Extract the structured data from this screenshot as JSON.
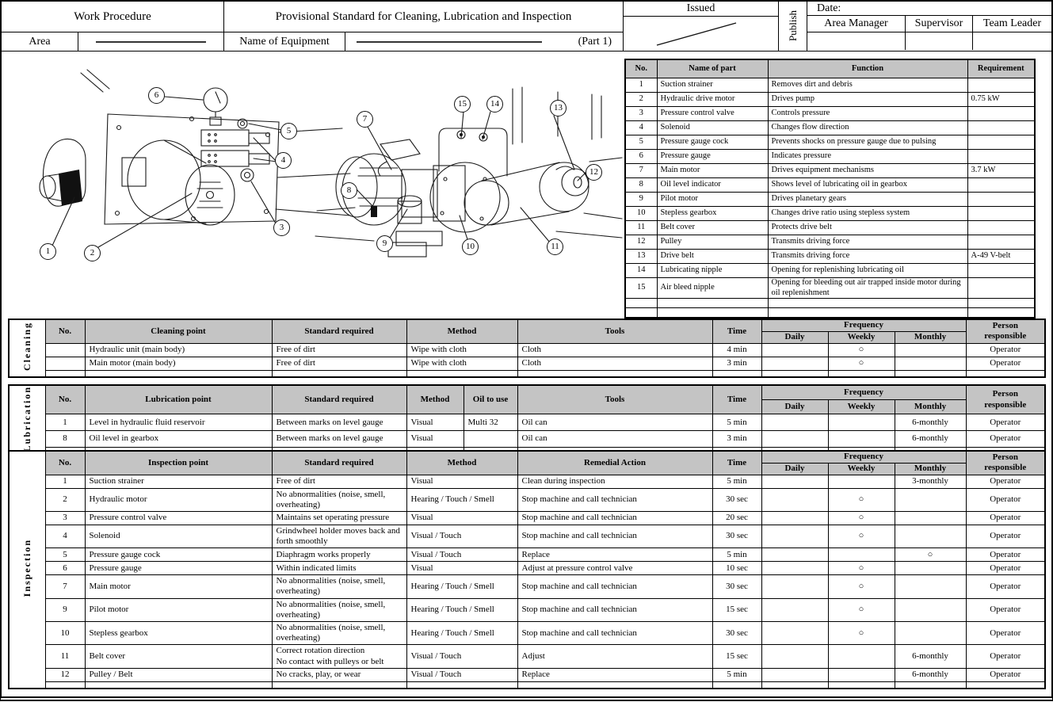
{
  "header": {
    "work_procedure": "Work Procedure",
    "area_label": "Area",
    "title": "Provisional Standard for Cleaning, Lubrication and Inspection",
    "equipment_label": "Name of Equipment",
    "part_label": "(Part 1)",
    "issued_label": "Issued",
    "publish_label": "Publish",
    "date_label": "Date:",
    "signoff_columns": [
      "Area Manager",
      "Supervisor",
      "Team Leader"
    ]
  },
  "figs": {
    "f1": [
      "1",
      "2",
      "3",
      "4",
      "5",
      "6"
    ],
    "f2": [
      "7",
      "8",
      "9",
      "10",
      "11",
      "12",
      "13",
      "14",
      "15"
    ]
  },
  "parts": {
    "h": {
      "no": "No.",
      "name": "Name of part",
      "func": "Function",
      "req": "Requirement"
    },
    "rows": [
      {
        "no": "1",
        "name": "Suction strainer",
        "func": "Removes dirt and debris",
        "req": ""
      },
      {
        "no": "2",
        "name": "Hydraulic drive motor",
        "func": "Drives pump",
        "req": "0.75 kW"
      },
      {
        "no": "3",
        "name": "Pressure control valve",
        "func": "Controls pressure",
        "req": ""
      },
      {
        "no": "4",
        "name": "Solenoid",
        "func": "Changes flow direction",
        "req": ""
      },
      {
        "no": "5",
        "name": "Pressure gauge cock",
        "func": "Prevents shocks on pressure gauge due to pulsing",
        "req": ""
      },
      {
        "no": "6",
        "name": "Pressure gauge",
        "func": "Indicates pressure",
        "req": ""
      },
      {
        "no": "7",
        "name": "Main motor",
        "func": "Drives equipment mechanisms",
        "req": "3.7 kW"
      },
      {
        "no": "8",
        "name": "Oil level indicator",
        "func": "Shows level of lubricating oil in gearbox",
        "req": ""
      },
      {
        "no": "9",
        "name": "Pilot motor",
        "func": "Drives planetary gears",
        "req": ""
      },
      {
        "no": "10",
        "name": "Stepless gearbox",
        "func": "Changes drive ratio using stepless system",
        "req": ""
      },
      {
        "no": "11",
        "name": "Belt cover",
        "func": "Protects drive belt",
        "req": ""
      },
      {
        "no": "12",
        "name": "Pulley",
        "func": "Transmits driving force",
        "req": ""
      },
      {
        "no": "13",
        "name": "Drive belt",
        "func": "Transmits driving force",
        "req": "A-49 V-belt"
      },
      {
        "no": "14",
        "name": "Lubricating nipple",
        "func": "Opening for replenishing lubricating oil",
        "req": ""
      },
      {
        "no": "15",
        "name": "Air bleed nipple",
        "func": "Opening for bleeding out air trapped inside motor during oil replenishment",
        "req": ""
      }
    ]
  },
  "cleaning": {
    "label": "Cleaning",
    "h": {
      "no": "No.",
      "point": "Cleaning point",
      "standard": "Standard required",
      "method": "Method",
      "tools": "Tools",
      "time": "Time",
      "frequency": "Frequency",
      "daily": "Daily",
      "weekly": "Weekly",
      "monthly": "Monthly",
      "person": "Person\nresponsible"
    },
    "rows": [
      {
        "no": "",
        "point": "Hydraulic unit (main body)",
        "standard": "Free of dirt",
        "method": "Wipe with cloth",
        "tools": "Cloth",
        "time": "4 min",
        "daily": "",
        "weekly": "○",
        "monthly": "",
        "person": "Operator"
      },
      {
        "no": "",
        "point": "Main motor (main body)",
        "standard": "Free of dirt",
        "method": "Wipe with cloth",
        "tools": "Cloth",
        "time": "3 min",
        "daily": "",
        "weekly": "○",
        "monthly": "",
        "person": "Operator"
      }
    ]
  },
  "lubrication": {
    "label": "Lubrication",
    "h": {
      "no": "No.",
      "point": "Lubrication point",
      "standard": "Standard required",
      "method": "Method",
      "oil": "Oil to use",
      "tools": "Tools",
      "time": "Time",
      "frequency": "Frequency",
      "daily": "Daily",
      "weekly": "Weekly",
      "monthly": "Monthly",
      "person": "Person\nresponsible"
    },
    "rows": [
      {
        "no": "1",
        "point": "Level in hydraulic fluid reservoir",
        "standard": "Between marks on level gauge",
        "method": "Visual",
        "oil": "Multi 32",
        "tools": "Oil can",
        "time": "5 min",
        "daily": "",
        "weekly": "",
        "monthly": "6-monthly",
        "person": "Operator"
      },
      {
        "no": "8",
        "point": "Oil level in gearbox",
        "standard": "Between marks on level gauge",
        "method": "Visual",
        "oil": "",
        "tools": "Oil can",
        "time": "3 min",
        "daily": "",
        "weekly": "",
        "monthly": "6-monthly",
        "person": "Operator"
      }
    ]
  },
  "inspection": {
    "label": "Inspection",
    "h": {
      "no": "No.",
      "point": "Inspection point",
      "standard": "Standard required",
      "method": "Method",
      "remedial": "Remedial Action",
      "time": "Time",
      "frequency": "Frequency",
      "daily": "Daily",
      "weekly": "Weekly",
      "monthly": "Monthly",
      "person": "Person\nresponsible"
    },
    "rows": [
      {
        "no": "1",
        "point": "Suction strainer",
        "standard": "Free of dirt",
        "method": "Visual",
        "remedial": "Clean during inspection",
        "time": "5 min",
        "daily": "",
        "weekly": "",
        "monthly": "3-monthly",
        "person": "Operator"
      },
      {
        "no": "2",
        "point": "Hydraulic motor",
        "standard": "No abnormalities (noise, smell, overheating)",
        "method": "Hearing / Touch / Smell",
        "remedial": "Stop machine and call technician",
        "time": "30 sec",
        "daily": "",
        "weekly": "○",
        "monthly": "",
        "person": "Operator"
      },
      {
        "no": "3",
        "point": "Pressure control valve",
        "standard": "Maintains set operating pressure",
        "method": "Visual",
        "remedial": "Stop machine and call technician",
        "time": "20 sec",
        "daily": "",
        "weekly": "○",
        "monthly": "",
        "person": "Operator"
      },
      {
        "no": "4",
        "point": "Solenoid",
        "standard": "Grindwheel holder moves back and forth smoothly",
        "method": "Visual / Touch",
        "remedial": "Stop machine and call technician",
        "time": "30 sec",
        "daily": "",
        "weekly": "○",
        "monthly": "",
        "person": "Operator"
      },
      {
        "no": "5",
        "point": "Pressure gauge cock",
        "standard": "Diaphragm works properly",
        "method": "Visual / Touch",
        "remedial": "Replace",
        "time": "5 min",
        "daily": "",
        "weekly": "",
        "monthly": "○",
        "person": "Operator"
      },
      {
        "no": "6",
        "point": "Pressure gauge",
        "standard": "Within indicated limits",
        "method": "Visual",
        "remedial": "Adjust at pressure control valve",
        "time": "10 sec",
        "daily": "",
        "weekly": "○",
        "monthly": "",
        "person": "Operator"
      },
      {
        "no": "7",
        "point": "Main motor",
        "standard": "No abnormalities (noise, smell, overheating)",
        "method": "Hearing / Touch / Smell",
        "remedial": "Stop machine and call technician",
        "time": "30 sec",
        "daily": "",
        "weekly": "○",
        "monthly": "",
        "person": "Operator"
      },
      {
        "no": "9",
        "point": "Pilot motor",
        "standard": "No abnormalities (noise, smell, overheating)",
        "method": "Hearing / Touch / Smell",
        "remedial": "Stop machine and call technician",
        "time": "15 sec",
        "daily": "",
        "weekly": "○",
        "monthly": "",
        "person": "Operator"
      },
      {
        "no": "10",
        "point": "Stepless gearbox",
        "standard": "No abnormalities (noise, smell, overheating)",
        "method": "Hearing / Touch / Smell",
        "remedial": "Stop machine and call technician",
        "time": "30 sec",
        "daily": "",
        "weekly": "○",
        "monthly": "",
        "person": "Operator"
      },
      {
        "no": "11",
        "point": "Belt cover",
        "standard": "Correct rotation direction\nNo contact with pulleys or belt",
        "method": "Visual / Touch",
        "remedial": "Adjust",
        "time": "15 sec",
        "daily": "",
        "weekly": "",
        "monthly": "6-monthly",
        "person": "Operator"
      },
      {
        "no": "12",
        "point": "Pulley / Belt",
        "standard": "No cracks, play, or wear",
        "method": "Visual / Touch",
        "remedial": "Replace",
        "time": "5 min",
        "daily": "",
        "weekly": "",
        "monthly": "6-monthly",
        "person": "Operator"
      }
    ]
  }
}
